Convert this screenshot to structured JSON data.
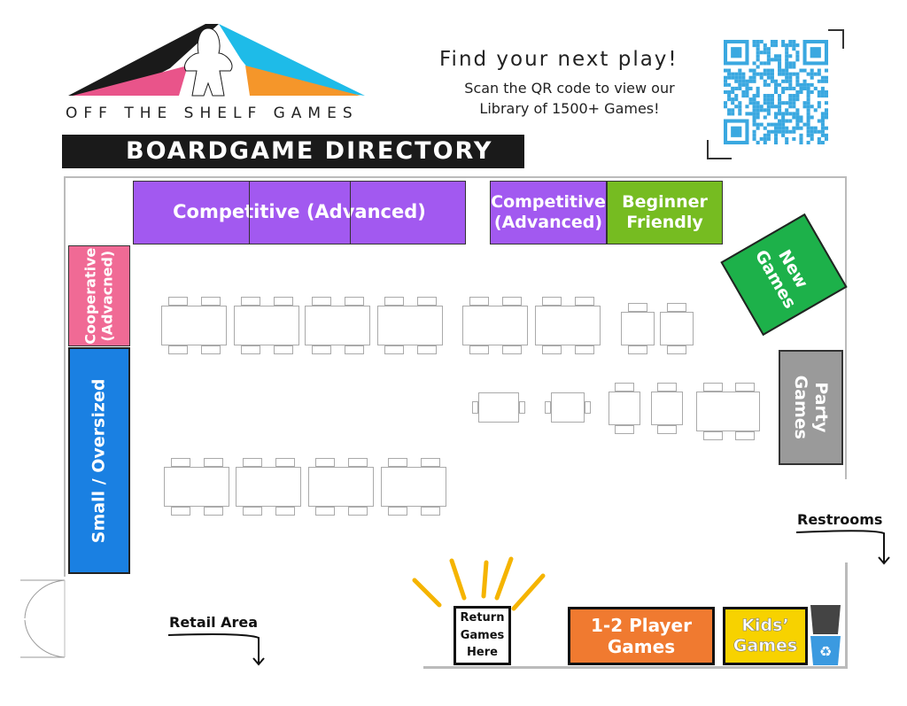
{
  "logo": {
    "text": "OFF THE SHELF GAMES",
    "colors": {
      "black": "#1a1a1a",
      "pink": "#e9548a",
      "blue": "#1ebbe8",
      "orange": "#f5962a"
    }
  },
  "banner": {
    "title": "BOARDGAME DIRECTORY"
  },
  "promo": {
    "headline": "Find your next play!",
    "line1": "Scan the QR code to view our",
    "line2": "Library of 1500+ Games!"
  },
  "sections": {
    "competitive_main": {
      "label": "Competitive (Advanced)",
      "color": "#a259f0"
    },
    "competitive_small": {
      "label1": "Competitive",
      "label2": "(Advanced)",
      "color": "#a259f0"
    },
    "beginner": {
      "label1": "Beginner",
      "label2": "Friendly",
      "color": "#76bc21"
    },
    "new_games": {
      "label1": "New",
      "label2": "Games",
      "color": "#1db14a"
    },
    "party": {
      "label1": "Party",
      "label2": "Games",
      "color": "#9a9a9a"
    },
    "cooperative": {
      "label1": "Cooperative",
      "label2": "(Advacned)",
      "color": "#f06a95"
    },
    "small_oversized": {
      "label": "Small / Oversized",
      "color": "#1a80e2"
    },
    "return": {
      "label1": "Return",
      "label2": "Games",
      "label3": "Here"
    },
    "one_two": {
      "label1": "1-2 Player",
      "label2": "Games",
      "color": "#f07a30"
    },
    "kids": {
      "label1": "Kids’",
      "label2": "Games",
      "color": "#f7d200"
    }
  },
  "areas": {
    "retail": "Retail Area",
    "restrooms": "Restrooms"
  }
}
